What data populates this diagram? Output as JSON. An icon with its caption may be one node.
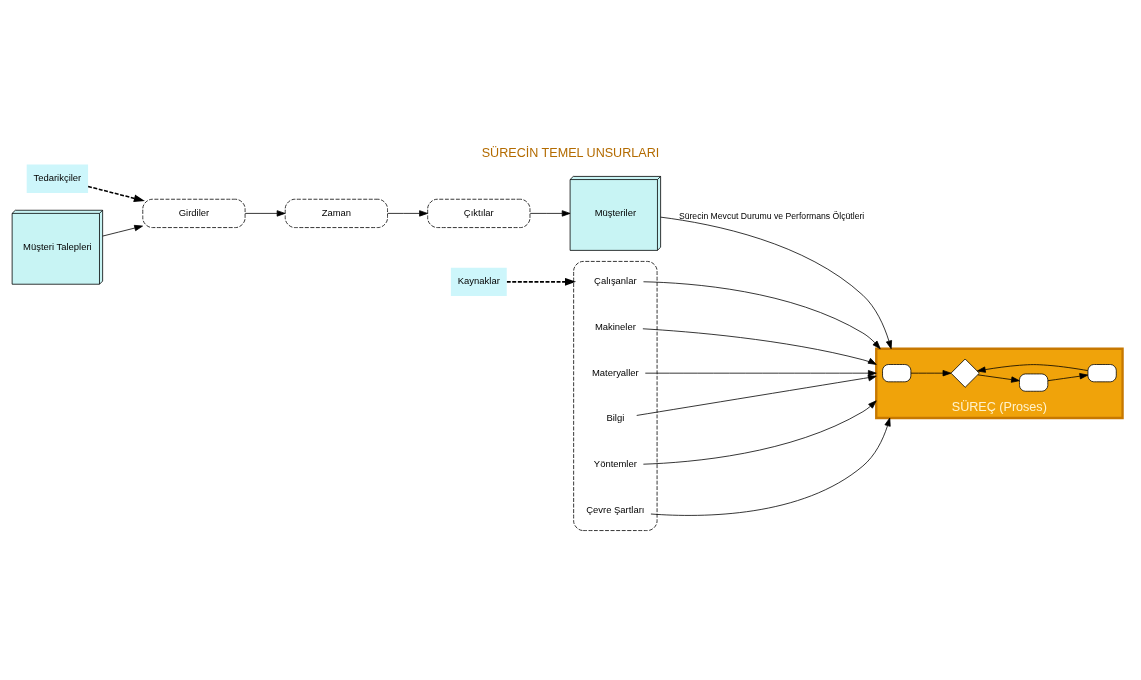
{
  "diagram": {
    "title": "SÜRECİN TEMEL UNSURLARI",
    "nodes": [
      {
        "text": [
          "Tedarikçiler"
        ]
      },
      {
        "text": [
          "Girdiler"
        ]
      },
      {
        "text": [
          "Zaman"
        ]
      },
      {
        "text": [
          "Çıktılar"
        ]
      },
      {
        "text": [
          "Müşteri Talepleri"
        ]
      },
      {
        "text": [],
        "shape": "box"
      },
      {
        "text": [
          "Çalışanlar"
        ],
        "in": 5
      },
      {
        "text": [
          "Makineler"
        ],
        "in": 5
      },
      {
        "text": [
          "Materyaller"
        ],
        "in": 5
      },
      {
        "text": [
          "Bilgi"
        ],
        "in": 5
      },
      {
        "text": [
          "Yöntemler"
        ],
        "in": 5
      },
      {
        "text": [
          "Çevre Şartları"
        ],
        "in": 5
      },
      {
        "text": [
          "SÜREÇ (Proses)"
        ]
      },
      {
        "text": [],
        "shape": "box",
        "in": 12
      },
      {
        "text": [],
        "shape": "diamond",
        "in": 12
      },
      {
        "text": [],
        "shape": "box",
        "in": 12
      },
      {
        "text": [],
        "shape": "box",
        "in": 12
      },
      {
        "text": [
          "Kaynaklar"
        ]
      },
      {
        "text": [
          "Müşteriler"
        ]
      }
    ],
    "edges": [
      {
        "from": 0,
        "to": 1,
        "arrow": "to",
        "style": "dashed"
      },
      {
        "from": 4,
        "to": 1,
        "arrow": "to"
      },
      {
        "from": 1,
        "to": 2,
        "arrow": "to"
      },
      {
        "from": 2,
        "to": 3,
        "arrow": "to"
      },
      {
        "from": 3,
        "to": 18,
        "arrow": "to"
      },
      {
        "from": 6,
        "to": 12,
        "arrow": "to"
      },
      {
        "from": 7,
        "to": 12,
        "arrow": "to"
      },
      {
        "from": 8,
        "to": 12,
        "arrow": "to"
      },
      {
        "from": 9,
        "to": 12,
        "arrow": "to"
      },
      {
        "from": 10,
        "to": 12,
        "arrow": "to"
      },
      {
        "from": 11,
        "to": 12,
        "arrow": "to"
      },
      {
        "from": 13,
        "to": 14,
        "arrow": "to"
      },
      {
        "from": 14,
        "to": 15,
        "arrow": "to"
      },
      {
        "from": 15,
        "to": 16,
        "arrow": "to"
      },
      {
        "from": 16,
        "to": 14,
        "arrow": "to"
      },
      {
        "from": 17,
        "to": 5,
        "arrow": "to",
        "style": "dashed"
      },
      {
        "from": 18,
        "to": 12,
        "arrow": "to",
        "label": "Sürecin Mevcut Durumu ve Performans Ölçütleri"
      }
    ]
  }
}
